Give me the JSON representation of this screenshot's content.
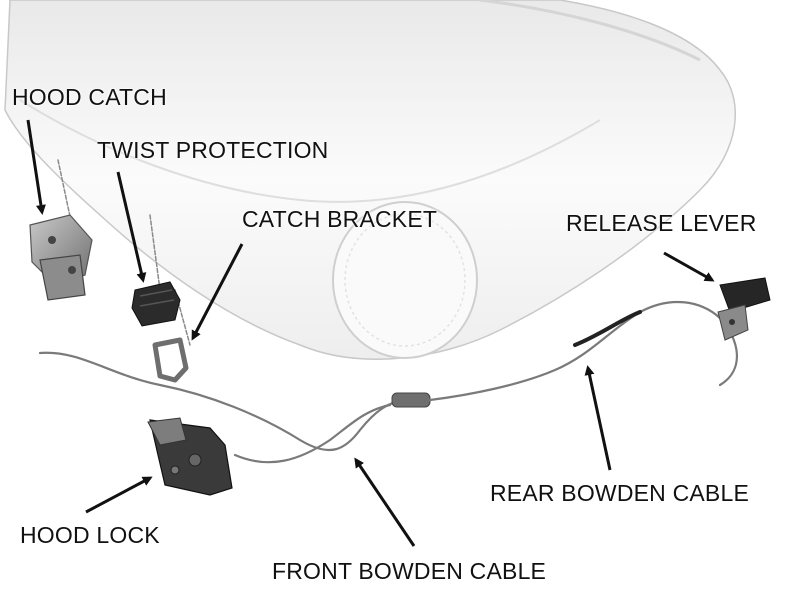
{
  "labels": {
    "hood_catch": "HOOD CATCH",
    "twist_protection": "TWIST PROTECTION",
    "catch_bracket": "CATCH BRACKET",
    "release_lever": "RELEASE LEVER",
    "rear_bowden_cable": "REAR BOWDEN CABLE",
    "hood_lock": "HOOD LOCK",
    "front_bowden_cable": "FRONT BOWDEN CABLE"
  },
  "colors": {
    "text": "#111111",
    "arrow": "#111111",
    "hood_fill": "#f6f6f6",
    "cable": "#7a7a7a",
    "part_dark": "#2b2b2b",
    "part_metal": "#9a9a9a"
  }
}
